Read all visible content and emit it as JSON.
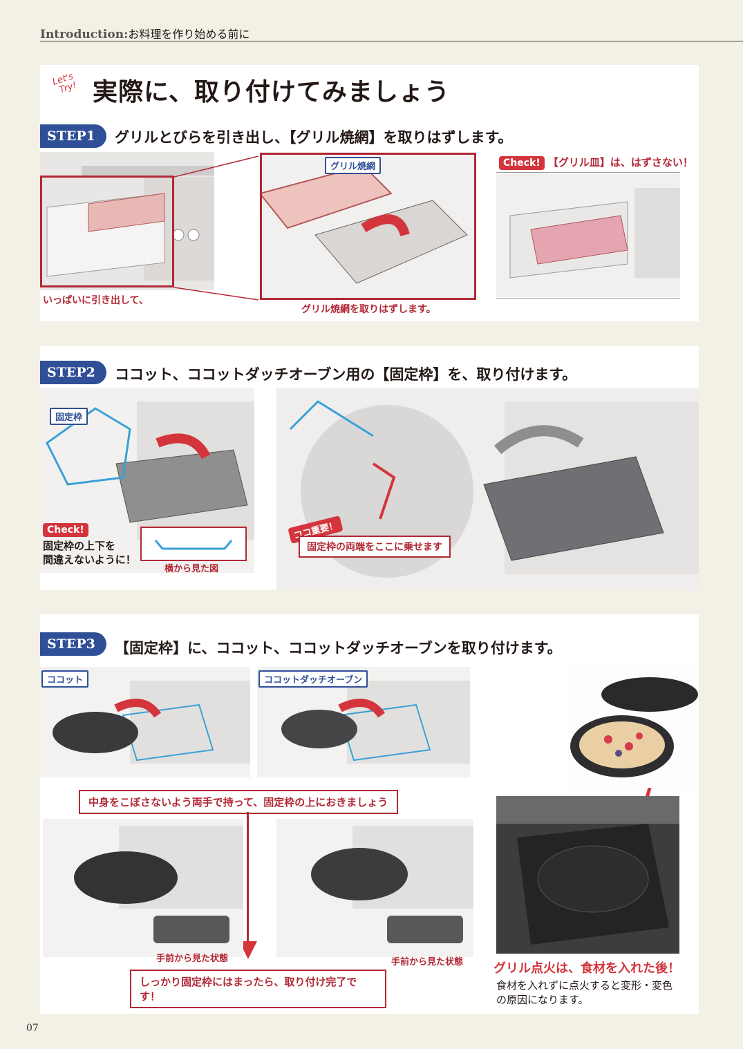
{
  "header": {
    "section": "Introduction",
    "separator": ":",
    "subtitle": "お料理を作り始める前に"
  },
  "title": {
    "lets_line1": "Let's",
    "lets_line2": "Try!",
    "main": "実際に、取り付けてみましょう"
  },
  "step1": {
    "badge": "STEP1",
    "text": "グリルとびらを引き出し、【グリル焼網】を取りはずします。",
    "label_net": "グリル焼網",
    "caption_pull": "いっぱいに引き出して、",
    "caption_remove": "グリル焼網を取りはずします。",
    "check_badge": "Check!",
    "check_text": "【グリル皿】は、はずさない！"
  },
  "step2": {
    "badge": "STEP2",
    "text": "ココット、ココットダッチオーブン用の【固定枠】を、取り付けます。",
    "label_frame": "固定枠",
    "check_badge": "Check!",
    "check_line1": "固定枠の上下を",
    "check_line2": "間違えないように！",
    "side_view": "横から見た図",
    "important": "ココ重要！",
    "callout": "固定枠の両端をここに乗せます"
  },
  "step3": {
    "badge": "STEP3",
    "text": "【固定枠】に、ココット、ココットダッチオーブンを取り付けます。",
    "label_cocotte": "ココット",
    "label_dutch": "ココットダッチオーブン",
    "callout_hold": "中身をこぼさないよう両手で持って、固定枠の上におきましょう",
    "front_view_1": "手前から見た状態",
    "front_view_2": "手前から見た状態",
    "callout_done": "しっかり固定枠にはまったら、取り付け完了です！",
    "warning_title": "グリル点火は、食材を入れた後！",
    "warning_line1": "食材を入れずに点火すると変形・変色",
    "warning_line2": "の原因になります。"
  },
  "footer": {
    "page": "07"
  },
  "colors": {
    "accent_red": "#b22835",
    "accent_blue": "#2f4f97",
    "background": "#f3f0e5"
  }
}
